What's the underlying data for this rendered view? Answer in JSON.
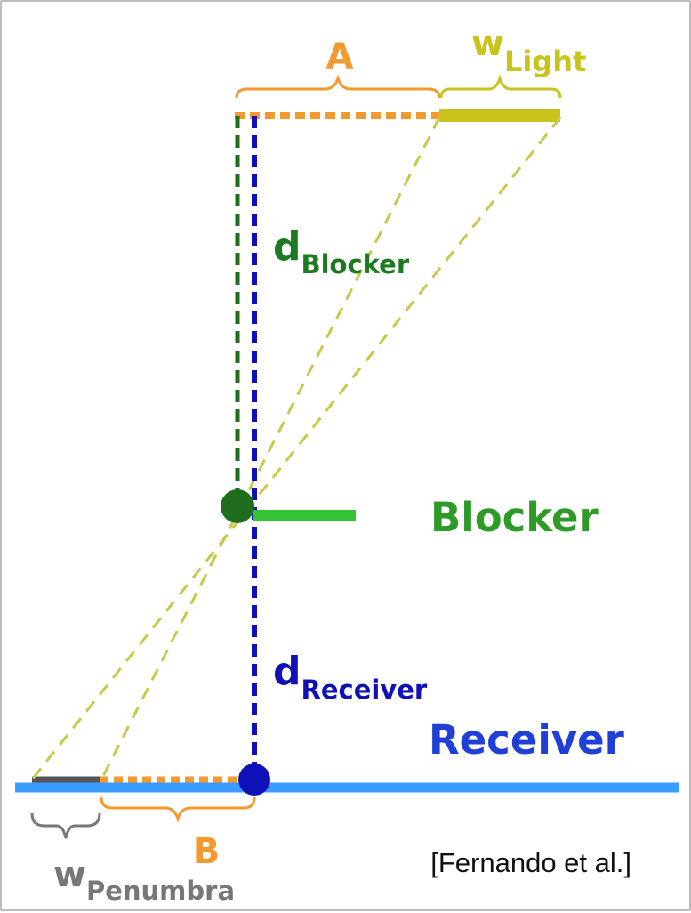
{
  "labels": {
    "a": "A",
    "w_light_main": "w",
    "w_light_sub": "Light",
    "d_blocker_main": "d",
    "d_blocker_sub": "Blocker",
    "blocker": "Blocker",
    "d_receiver_main": "d",
    "d_receiver_sub": "Receiver",
    "receiver": "Receiver",
    "b": "B",
    "w_penumbra_main": "w",
    "w_penumbra_sub": "Penumbra",
    "citation": "[Fernando et al.]"
  },
  "colors": {
    "orange": "#f39a2e",
    "light_yellow": "#c9c41b",
    "ray_yellow": "#c8c84a",
    "dark_green": "#1e6e1e",
    "bright_green": "#36c236",
    "text_green": "#2e9a28",
    "dark_blue": "#1010b8",
    "text_blue": "#1f3fd6",
    "receiver_blue": "#3a9cff",
    "penumbra_gray": "#555555",
    "brace_gray": "#777777"
  }
}
